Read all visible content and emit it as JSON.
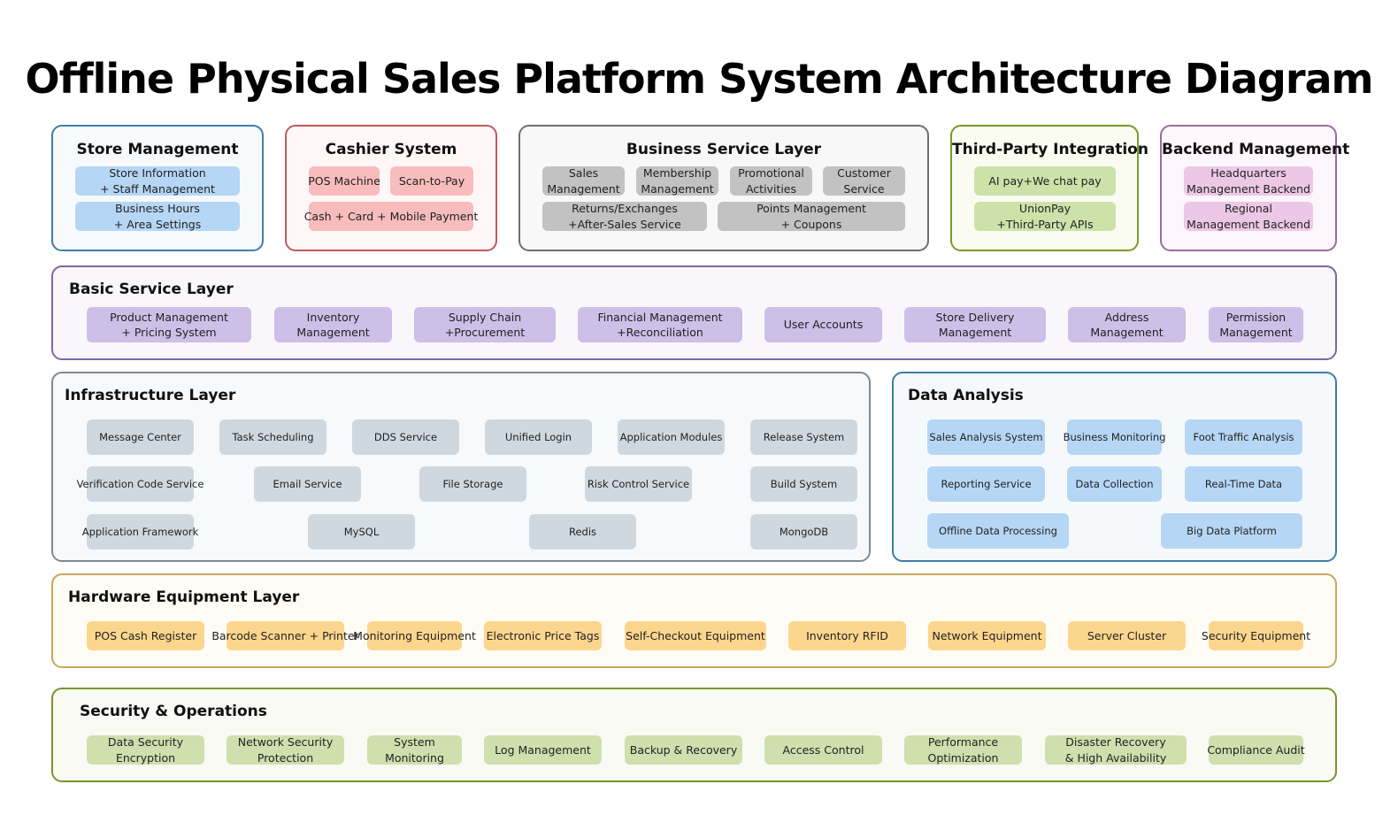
{
  "title": "Offline Physical Sales Platform System Architecture Diagram",
  "store": {
    "title": "Store Management",
    "items": [
      "Store Information\n+ Staff Management",
      "Business Hours\n+ Area Settings"
    ]
  },
  "cashier": {
    "title": "Cashier System",
    "items": [
      "POS Machine",
      "Scan-to-Pay",
      "Cash + Card + Mobile Payment"
    ]
  },
  "business": {
    "title": "Business Service Layer",
    "items": [
      "Sales\nManagement",
      "Membership\nManagement",
      "Promotional\nActivities",
      "Customer\nService",
      "Returns/Exchanges\n+After-Sales Service",
      "Points Management\n+ Coupons"
    ]
  },
  "third_party": {
    "title": "Third-Party Integration",
    "items": [
      "AI pay+We chat pay",
      "UnionPay\n+Third-Party APIs"
    ]
  },
  "backend": {
    "title": "Backend Management",
    "items": [
      "Headquarters\nManagement Backend",
      "Regional\nManagement Backend"
    ]
  },
  "basic": {
    "title": "Basic Service Layer",
    "items": [
      "Product Management\n+ Pricing System",
      "Inventory\nManagement",
      "Supply Chain\n+Procurement",
      "Financial Management\n+Reconciliation",
      "User Accounts",
      "Store Delivery\nManagement",
      "Address\nManagement",
      "Permission\nManagement"
    ]
  },
  "infra": {
    "title": "Infrastructure Layer",
    "items": [
      "Message Center",
      "Task Scheduling",
      "DDS Service",
      "Unified Login",
      "Application Modules",
      "Release System",
      "Verification Code Service",
      "Email Service",
      "File Storage",
      "Risk Control Service",
      "Build System",
      "Application Framework",
      "MySQL",
      "Redis",
      "MongoDB"
    ]
  },
  "data_analysis": {
    "title": "Data Analysis",
    "items": [
      "Sales Analysis System",
      "Business Monitoring",
      "Foot Traffic Analysis",
      "Reporting Service",
      "Data Collection",
      "Real-Time Data",
      "Offline Data Processing",
      "Big Data Platform"
    ]
  },
  "hardware": {
    "title": "Hardware Equipment Layer",
    "items": [
      "POS Cash Register",
      "Barcode Scanner + Printer",
      "Monitoring Equipment",
      "Electronic Price Tags",
      "Self-Checkout Equipment",
      "Inventory RFID",
      "Network Equipment",
      "Server Cluster",
      "Security Equipment"
    ]
  },
  "security": {
    "title": "Security & Operations",
    "items": [
      "Data Security\nEncryption",
      "Network Security\nProtection",
      "System\nMonitoring",
      "Log Management",
      "Backup & Recovery",
      "Access Control",
      "Performance\nOptimization",
      "Disaster Recovery\n& High Availability",
      "Compliance Audit"
    ]
  },
  "colors": {
    "store": "#3f7fa9",
    "cashier": "#c2595a",
    "business": "#6e6e6e",
    "third_party": "#7a9a2c",
    "backend": "#9d6b9d",
    "basic": "#7c67a3",
    "infra": "#7d8a93",
    "data_analysis": "#3b7fa6",
    "hardware": "#c7a85c",
    "security": "#78962e"
  }
}
